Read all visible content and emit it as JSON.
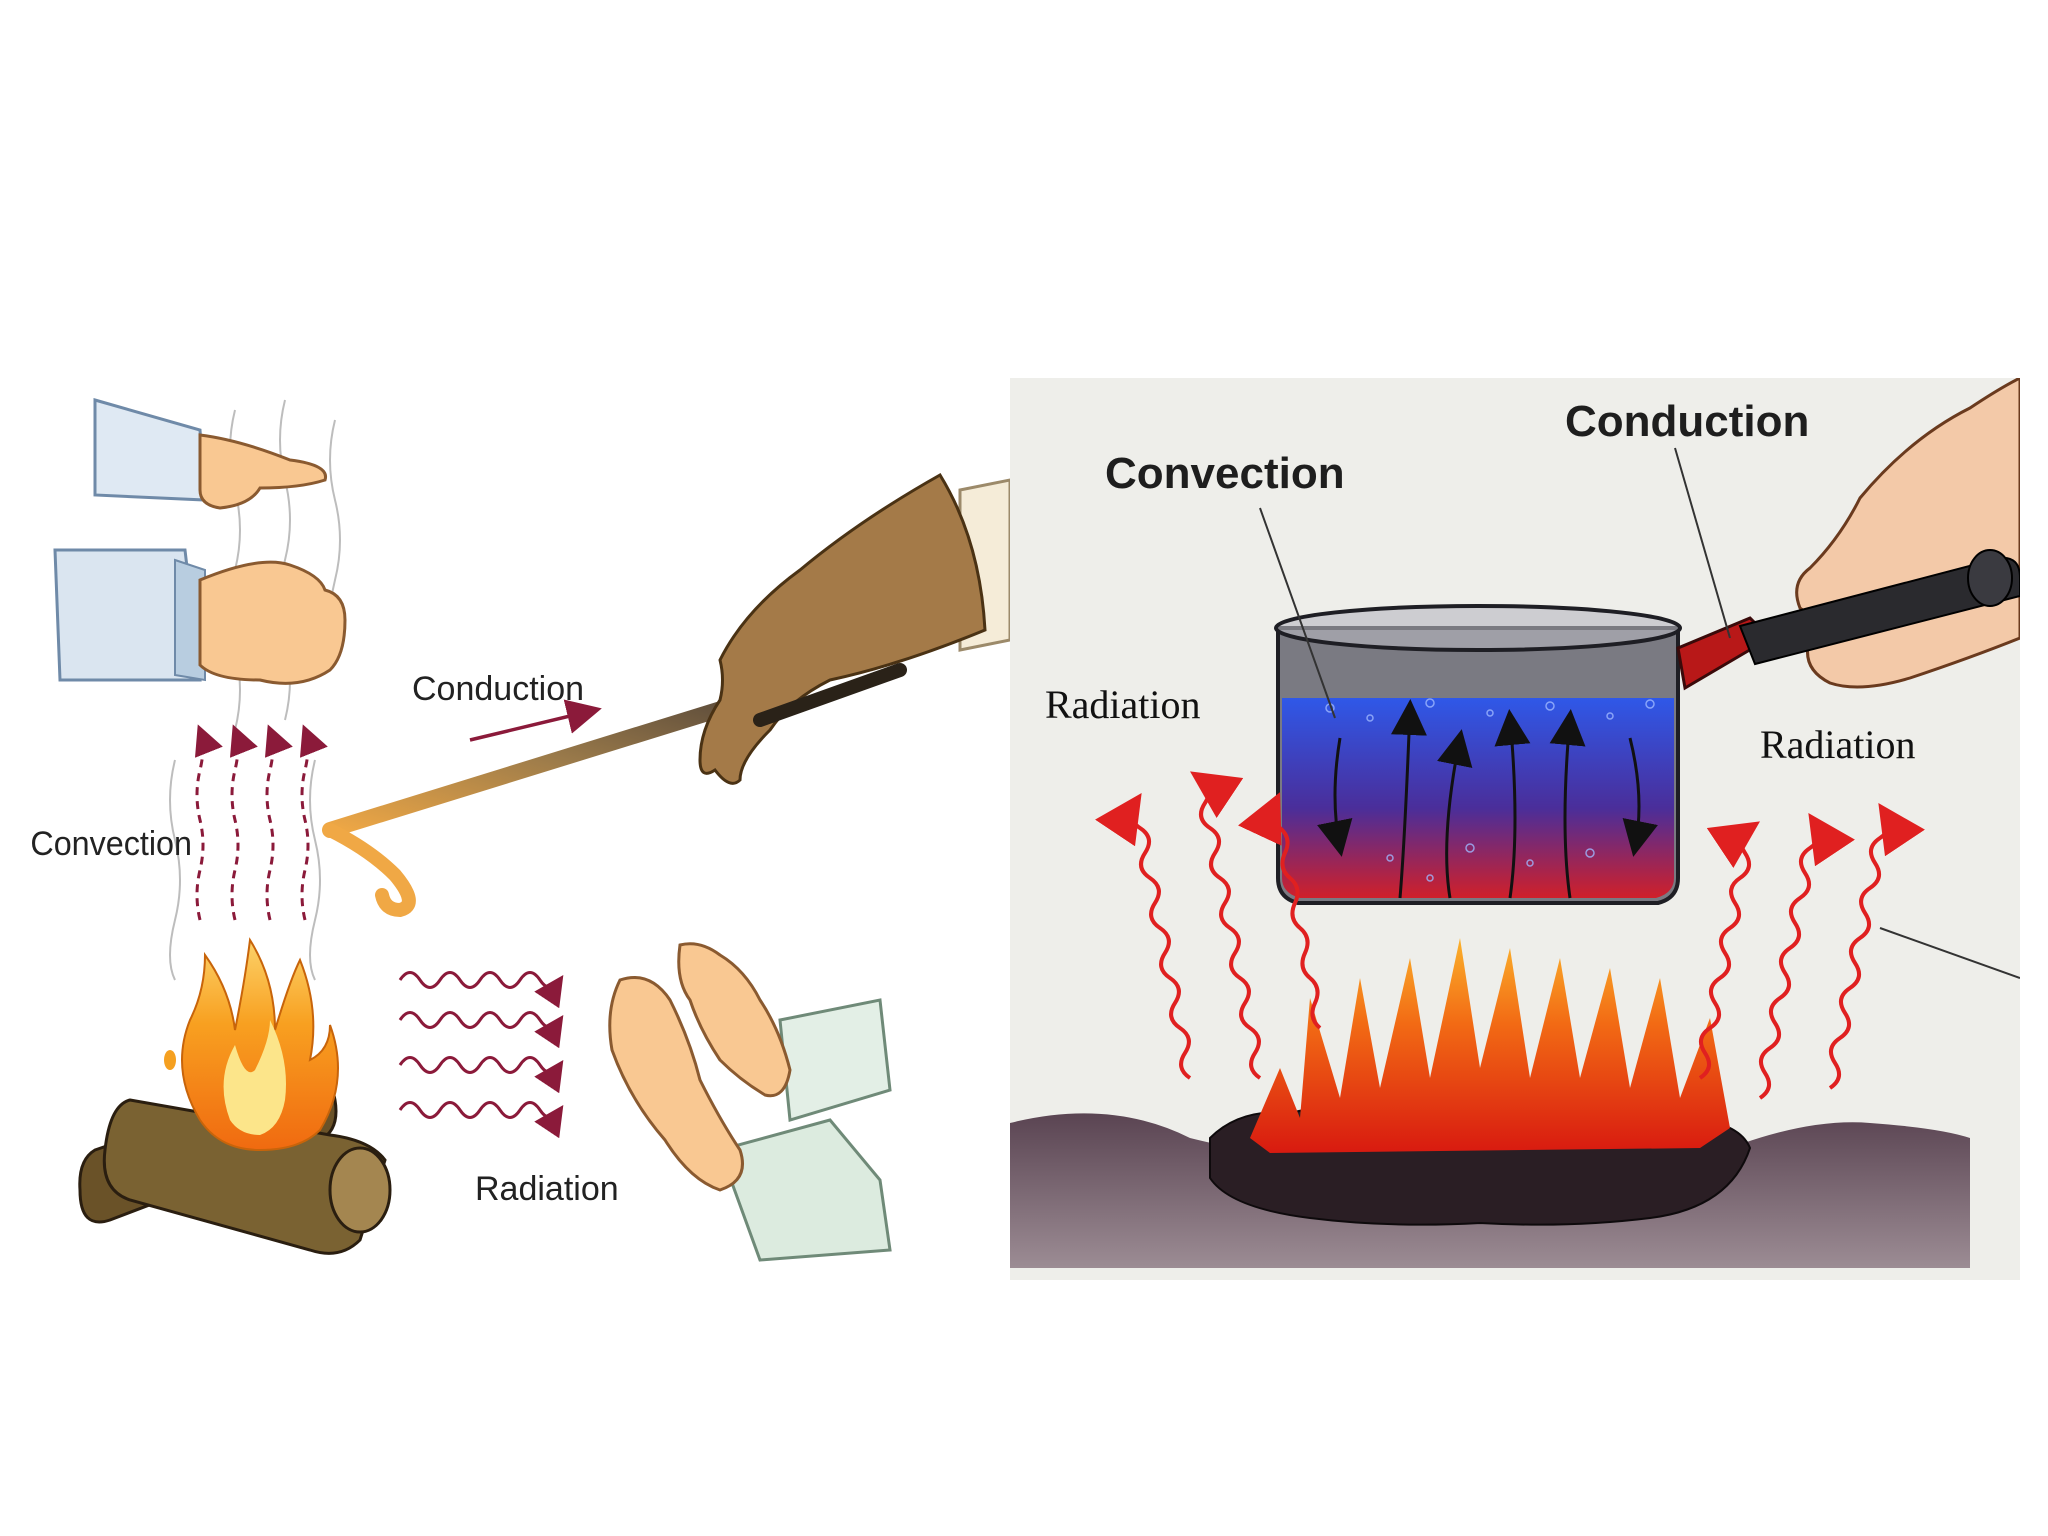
{
  "left_diagram": {
    "label_conduction": "Conduction",
    "label_convection": "Convection",
    "label_radiation": "Radiation"
  },
  "right_diagram": {
    "label_convection": "Convection",
    "label_conduction": "Conduction",
    "label_radiation_left": "Radiation",
    "label_radiation_right": "Radiation"
  },
  "colors": {
    "arrow": "#8b1a3a",
    "flame": "#f59a1e",
    "water": "#2545c8",
    "pot_bottom": "#c81e28",
    "radiation_wave": "#e02020"
  },
  "icons": [
    "hand-icon",
    "glove-icon",
    "campfire-icon",
    "pot-icon",
    "flame-icon",
    "arrow-icon"
  ]
}
